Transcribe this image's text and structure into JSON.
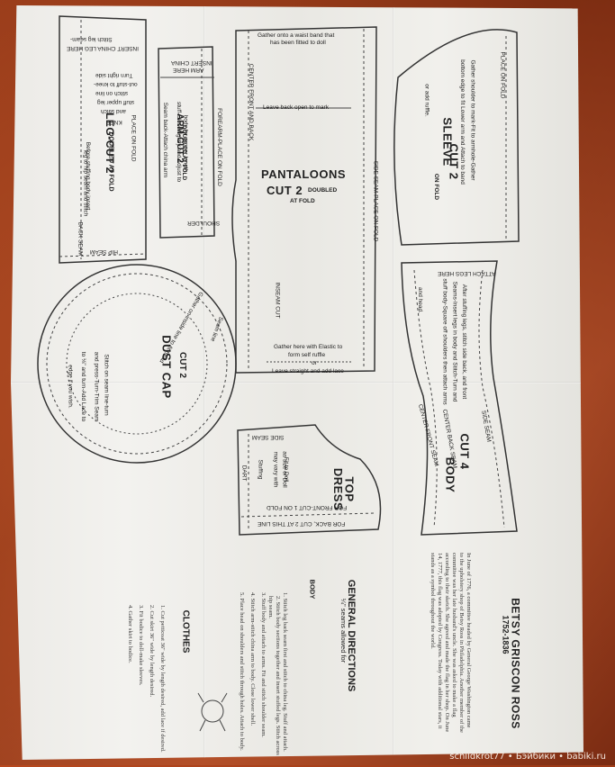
{
  "pattern": {
    "leg": {
      "title": "LEG-CUT 2",
      "sub": "DOUBLED AT FOLD",
      "lines": [
        "INSERT CHINA LEG HERE",
        "Stitch leg seam-",
        "Turn right side",
        "out-stuff to knee-",
        "stitch on line",
        "stuff upper leg",
        "and stitch",
        "KNEE",
        "Before stuffing body insert",
        "leg to hip seam and stitch",
        "PLACE ON FOLD",
        "BACK SEAM",
        "HIP SEAM"
      ]
    },
    "arm": {
      "title": "ARM-CUT 2",
      "sub": "DOUBLED AT FOLD",
      "lines": [
        "INSERT CHINA",
        "ARM HERE",
        "Seam back-Attach china arm",
        "stuff-Close tightly and Adjust to",
        "body for proper length",
        "FOREARM-PLACE ON FOLD",
        "SHOULDER"
      ]
    },
    "pantaloons": {
      "title": "PANTALOONS",
      "cut": "CUT 2",
      "cut_note": "DOUBLED",
      "fold": "AT FOLD",
      "lines": [
        "Gather onto a waist band that",
        "has been fitted to doll",
        "Leave back open to mark",
        "CENTER FRONT AND BACK",
        "SIDE SEAM-PLACE ON FOLD",
        "INSEAM CUT",
        "Gather here with Elastic to",
        "form self ruffle",
        "or",
        "Leave straight and add lace"
      ]
    },
    "sleeve": {
      "title": "SLEEVE",
      "cut": "CUT 2",
      "fold": "ON FOLD",
      "lines": [
        "PLACE ON FOLD",
        "Gather shoulder to mark-Fit to armhole-Gather",
        "bottom edge to fit Lower arm and Attach to band",
        "or add ruffle."
      ]
    },
    "body": {
      "title": "BODY",
      "cut": "CUT 4",
      "lines": [
        "ATTACH LEGS HERE",
        "After stuffing legs, stitch side back, and front",
        "Seams-Insert legs in body and Stitch-Turn and",
        "stuff body-Square off shoulders then attach arms",
        "and head.",
        "SIDE SEAM",
        "CENTER FRONT SEAM",
        "CENTER BACK SEAM"
      ]
    },
    "dust_cap": {
      "title": "DUST CAP",
      "cut": "CUT 2",
      "lines": [
        "Gather on inside line to fit head",
        "Seam line",
        "Stitch on seam line-turn",
        "and press-Turn-Trim Seam",
        "to ⅛\" and turn-Add Lace to",
        "edge if you wish."
      ]
    },
    "dress_top": {
      "title": "DRESS",
      "sub": "TOP",
      "lines": [
        "SIDE SEAM",
        "DART",
        "Fit to Doll",
        "as size of Doll",
        "may vary with",
        "Stuffing",
        "FOR FRONT-CUT 1 ON FOLD",
        "FOR BACK, CUT 2 AT THIS LINE"
      ]
    },
    "betsy": {
      "title": "BETSY GRISCON ROSS",
      "years": "1752-1836",
      "body_text": "In June of 1776, a committee headed by General George Washington came to the upholstery shop of Betsy Ross in Philadelphia. Another member of the committee was her late husband's uncle. She was asked to make a flag according to their sketch. She agreed and made the flag in her shop. On June 14, 1777, this flag was adopted by Congress. Today with additional stars, it stands as a symbol throughout the world."
    },
    "directions": {
      "title": "GENERAL DIRECTIONS",
      "body_label": "BODY",
      "allowance": "¼\" seams allowed for",
      "steps": [
        "1. Stitch leg back seam first and stitch to china leg. Stuff and attach.",
        "2. Stitch body sections together and insert stuffed legs. Stitch across hip seam.",
        "3. Stuff body and attach to arms. Fit and stitch shoulder seam.",
        "4. Stitch arm-stitch china arm to body. Close lower shell.",
        "5. Place head on shoulders and stitch through holes. Attach to body."
      ]
    },
    "clothes": {
      "title": "CLOTHES",
      "steps": [
        "1. Cut petticoat 36\" wide by length desired, add lace if desired.",
        "2. Cut skirt 36\" wide by length desired.",
        "3. Fit bodice to doll-make sleeves.",
        "4. Gather skirt to bodice."
      ]
    }
  },
  "credit": "schildkrot77 • Бэйбики • babiki.ru"
}
